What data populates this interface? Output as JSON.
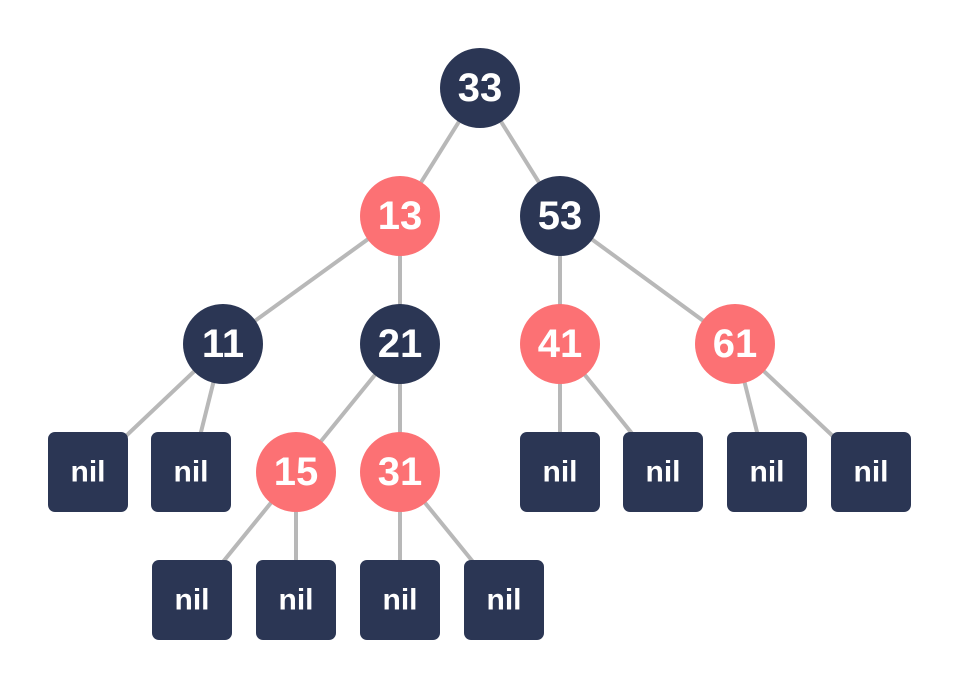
{
  "colors": {
    "black_node": "#2b3654",
    "red_node": "#fc7174",
    "edge": "#b8b8b8",
    "text": "#ffffff"
  },
  "tree": {
    "nodes": [
      {
        "id": "n33",
        "label": "33",
        "color": "black",
        "kind": "circle"
      },
      {
        "id": "n13",
        "label": "13",
        "color": "red",
        "kind": "circle"
      },
      {
        "id": "n53",
        "label": "53",
        "color": "black",
        "kind": "circle"
      },
      {
        "id": "n11",
        "label": "11",
        "color": "black",
        "kind": "circle"
      },
      {
        "id": "n21",
        "label": "21",
        "color": "black",
        "kind": "circle"
      },
      {
        "id": "n41",
        "label": "41",
        "color": "red",
        "kind": "circle"
      },
      {
        "id": "n61",
        "label": "61",
        "color": "red",
        "kind": "circle"
      },
      {
        "id": "n15",
        "label": "15",
        "color": "red",
        "kind": "circle"
      },
      {
        "id": "n31",
        "label": "31",
        "color": "red",
        "kind": "circle"
      },
      {
        "id": "nil11a",
        "label": "nil",
        "color": "black",
        "kind": "nil"
      },
      {
        "id": "nil11b",
        "label": "nil",
        "color": "black",
        "kind": "nil"
      },
      {
        "id": "nil15a",
        "label": "nil",
        "color": "black",
        "kind": "nil"
      },
      {
        "id": "nil15b",
        "label": "nil",
        "color": "black",
        "kind": "nil"
      },
      {
        "id": "nil31a",
        "label": "nil",
        "color": "black",
        "kind": "nil"
      },
      {
        "id": "nil31b",
        "label": "nil",
        "color": "black",
        "kind": "nil"
      },
      {
        "id": "nil41a",
        "label": "nil",
        "color": "black",
        "kind": "nil"
      },
      {
        "id": "nil41b",
        "label": "nil",
        "color": "black",
        "kind": "nil"
      },
      {
        "id": "nil61a",
        "label": "nil",
        "color": "black",
        "kind": "nil"
      },
      {
        "id": "nil61b",
        "label": "nil",
        "color": "black",
        "kind": "nil"
      }
    ],
    "edges": [
      [
        "n33",
        "n13"
      ],
      [
        "n33",
        "n53"
      ],
      [
        "n13",
        "n11"
      ],
      [
        "n13",
        "n21"
      ],
      [
        "n53",
        "n41"
      ],
      [
        "n53",
        "n61"
      ],
      [
        "n11",
        "nil11a"
      ],
      [
        "n11",
        "nil11b"
      ],
      [
        "n21",
        "n15"
      ],
      [
        "n21",
        "n31"
      ],
      [
        "n41",
        "nil41a"
      ],
      [
        "n41",
        "nil41b"
      ],
      [
        "n61",
        "nil61a"
      ],
      [
        "n61",
        "nil61b"
      ],
      [
        "n15",
        "nil15a"
      ],
      [
        "n15",
        "nil15b"
      ],
      [
        "n31",
        "nil31a"
      ],
      [
        "n31",
        "nil31b"
      ]
    ]
  }
}
